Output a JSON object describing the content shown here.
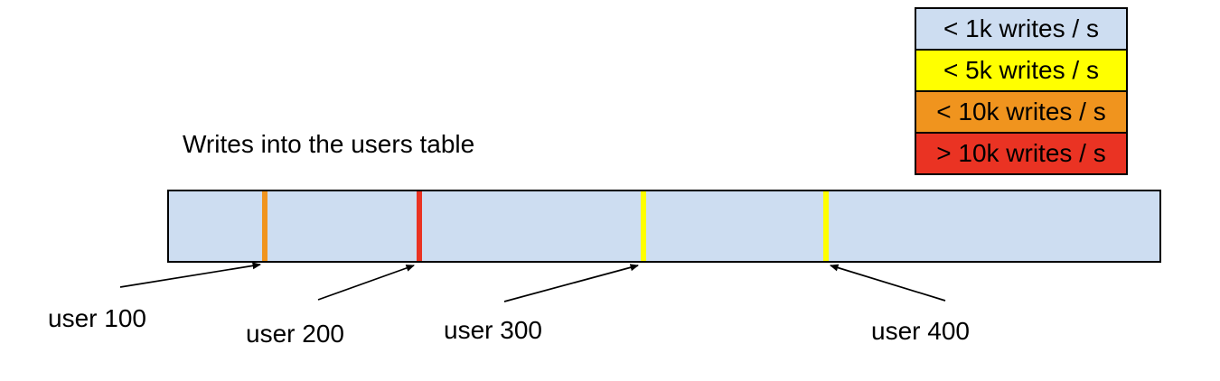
{
  "title": "Writes into the users table",
  "legend": {
    "items": [
      {
        "label": "< 1k writes / s",
        "color": "#cdddf1"
      },
      {
        "label": "< 5k writes / s",
        "color": "#ffff00"
      },
      {
        "label": "< 10k writes / s",
        "color": "#f0941e"
      },
      {
        "label": "> 10k writes / s",
        "color": "#ea3323"
      }
    ]
  },
  "bar": {
    "fill_color": "#cdddf1",
    "border_color": "#000000",
    "stripes": [
      {
        "user": "user 100",
        "rate": "< 10k writes / s",
        "color": "#f0941e"
      },
      {
        "user": "user 200",
        "rate": "> 10k writes / s",
        "color": "#ea3323"
      },
      {
        "user": "user 300",
        "rate": "< 5k writes / s",
        "color": "#ffff00"
      },
      {
        "user": "user 400",
        "rate": "< 5k writes / s",
        "color": "#ffff00"
      }
    ]
  },
  "labels": {
    "user100": "user 100",
    "user200": "user 200",
    "user300": "user 300",
    "user400": "user 400"
  }
}
